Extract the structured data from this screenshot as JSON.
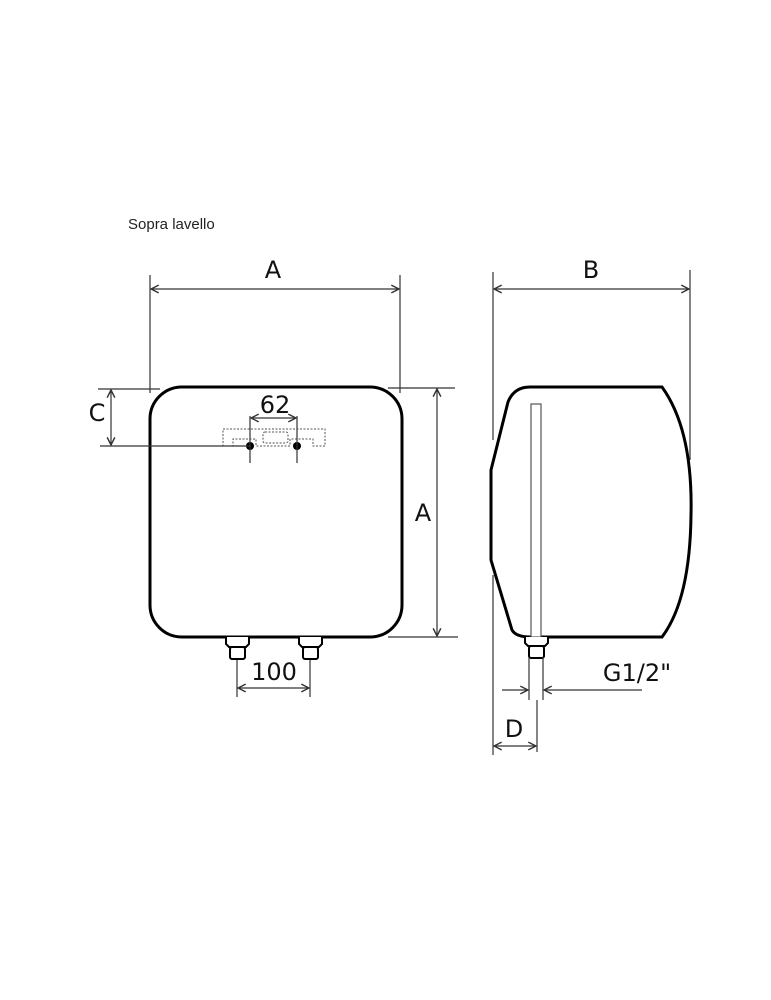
{
  "title": "Sopra lavello",
  "front_view": {
    "width_label": "A",
    "height_label": "A",
    "bracket_offset_label": "C",
    "bracket_spacing": "62",
    "fitting_spacing": "100"
  },
  "side_view": {
    "depth_label": "B",
    "fitting_offset_label": "D",
    "thread_label": "G1/2\""
  }
}
